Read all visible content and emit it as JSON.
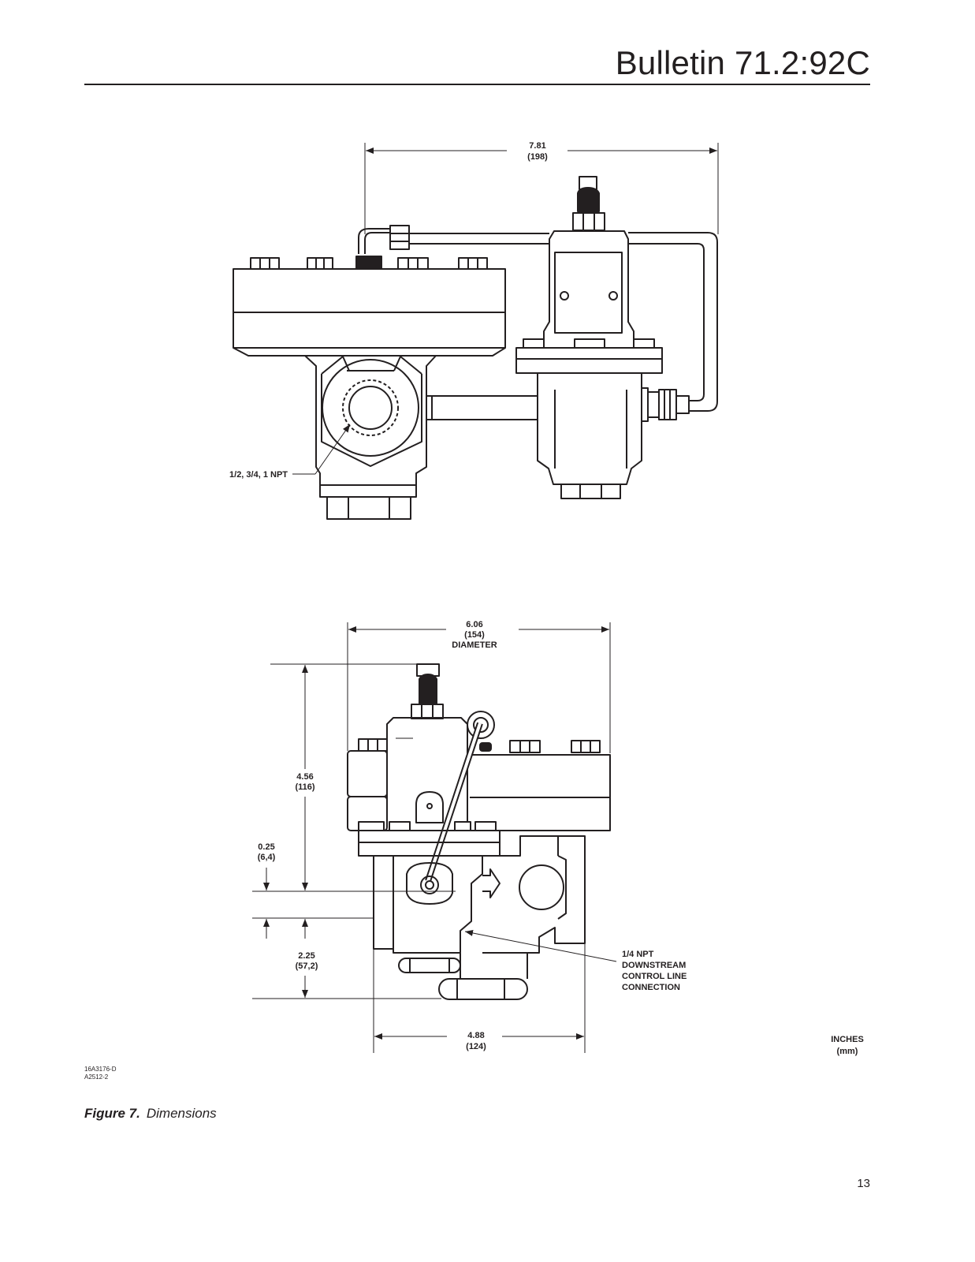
{
  "header": {
    "bulletin": "Bulletin 71.2:92C"
  },
  "top_view": {
    "width_in": "7.81",
    "width_mm": "(198)",
    "connection_label": "1/2, 3/4, 1 NPT"
  },
  "side_view": {
    "diameter_in": "6.06",
    "diameter_mm": "(154)",
    "diameter_label": "DIAMETER",
    "height_in": "4.56",
    "height_mm": "(116)",
    "offset_in": "0.25",
    "offset_mm": "(6,4)",
    "bottom_in": "2.25",
    "bottom_mm": "(57,2)",
    "base_in": "4.88",
    "base_mm": "(124)",
    "control_line": [
      "1/4 NPT",
      "DOWNSTREAM",
      "CONTROL LINE",
      "CONNECTION"
    ]
  },
  "units": {
    "line1": "INCHES",
    "line2": "(mm)"
  },
  "drawing_codes": [
    "16A3176-D",
    "A2512-2"
  ],
  "figure": {
    "number": "Figure 7.",
    "title": "Dimensions"
  },
  "page_number": "13"
}
